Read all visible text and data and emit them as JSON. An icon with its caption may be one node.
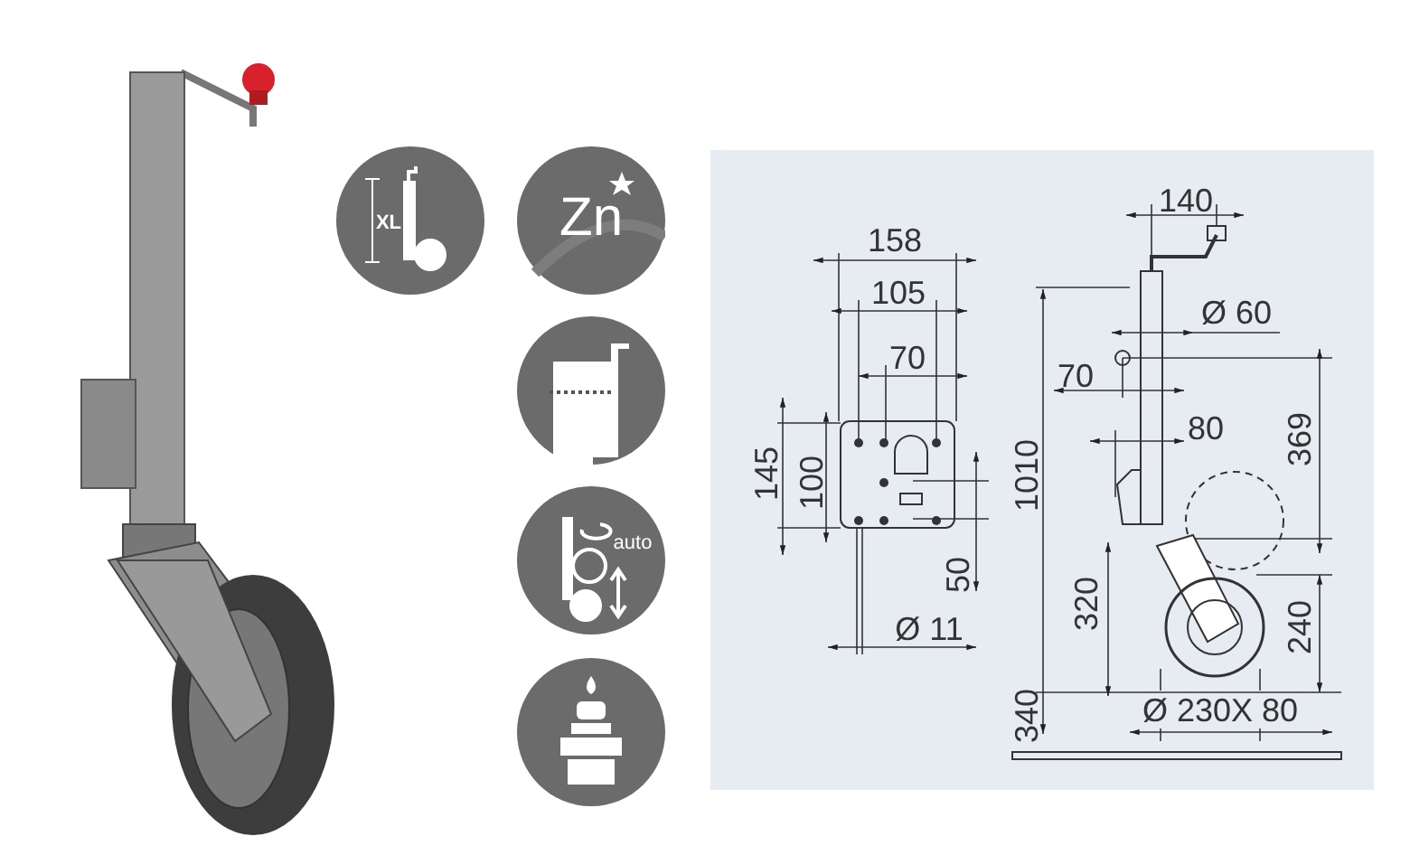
{
  "diagram": {
    "labels": [
      "XL",
      "Zn",
      "auto",
      "158",
      "105",
      "70",
      "145",
      "100",
      "50",
      "Ø 11",
      "140",
      "Ø 60",
      "70",
      "80",
      "1010",
      "369",
      "320",
      "240",
      "340",
      "Ø 230X 80"
    ]
  }
}
